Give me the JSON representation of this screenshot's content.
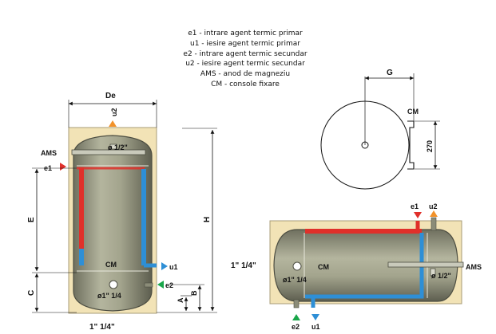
{
  "legend": [
    "e1 - intrare agent termic primar",
    "u1 - iesire agent termic primar",
    "e2 - intrare agent termic secundar",
    "u2 - iesire agent termic secundar",
    "AMS - anod de magneziu",
    "CM - console fixare"
  ],
  "vertical": {
    "diameter_label": "De",
    "u2": "u2",
    "ams": "AMS",
    "e1": "e1",
    "thread_top": "ø 1/2\"",
    "cm": "CM",
    "u1": "u1",
    "e2": "e2",
    "thread_bottom": "ø1\" 1/4",
    "dim_e": "E",
    "dim_c": "C",
    "dim_h": "H",
    "dim_b": "B",
    "dim_a": "A",
    "bottom_size": "1\" 1/4\""
  },
  "top_view": {
    "dim_g": "G",
    "cm": "CM",
    "dim_270": "270"
  },
  "horizontal": {
    "e1": "e1",
    "u2": "u2",
    "side_size": "1\" 1/4\"",
    "thread_left": "ø1\" 1/4",
    "cm": "CM",
    "thread_right": "ø 1/2\"",
    "ams": "AMS",
    "e2": "e2",
    "u1": "u1"
  },
  "colors": {
    "panel": "#f2e3b6",
    "tank": "#9c9d86",
    "coil_red": "#e0302a",
    "coil_blue": "#2e8fd6",
    "arrow_red": "#e0302a",
    "arrow_blue": "#2e8fd6",
    "arrow_green": "#19a64a",
    "arrow_orange": "#f2922a"
  }
}
